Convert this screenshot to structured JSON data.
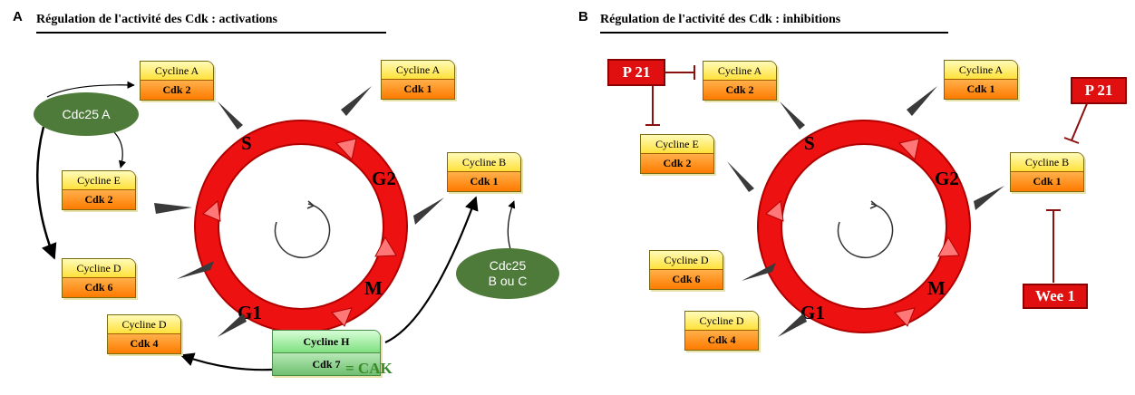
{
  "panel_a": {
    "letter": "A",
    "title": "Régulation de l'activité des Cdk : activations",
    "phases": {
      "s": "S",
      "g2": "G2",
      "m": "M",
      "g1": "G1"
    },
    "boxes": {
      "cyc_a_cdk2": {
        "cyclin": "Cycline A",
        "cdk": "Cdk 2"
      },
      "cyc_a_cdk1": {
        "cyclin": "Cycline A",
        "cdk": "Cdk 1"
      },
      "cyc_e_cdk2": {
        "cyclin": "Cycline E",
        "cdk": "Cdk 2"
      },
      "cyc_b_cdk1": {
        "cyclin": "Cycline B",
        "cdk": "Cdk 1"
      },
      "cyc_d_cdk6": {
        "cyclin": "Cycline D",
        "cdk": "Cdk 6"
      },
      "cyc_d_cdk4": {
        "cyclin": "Cycline D",
        "cdk": "Cdk 4"
      },
      "cyc_h_cdk7": {
        "cyclin": "Cycline H",
        "cdk": "Cdk 7"
      }
    },
    "cak_label": "= CAK",
    "cdc25a": "Cdc25 A",
    "cdc25b_line1": "Cdc25",
    "cdc25b_line2": "B ou C"
  },
  "panel_b": {
    "letter": "B",
    "title": "Régulation de l'activité des Cdk : inhibitions",
    "phases": {
      "s": "S",
      "g2": "G2",
      "m": "M",
      "g1": "G1"
    },
    "boxes": {
      "cyc_a_cdk2": {
        "cyclin": "Cycline A",
        "cdk": "Cdk 2"
      },
      "cyc_a_cdk1": {
        "cyclin": "Cycline A",
        "cdk": "Cdk 1"
      },
      "cyc_e_cdk2": {
        "cyclin": "Cycline E",
        "cdk": "Cdk 2"
      },
      "cyc_b_cdk1": {
        "cyclin": "Cycline B",
        "cdk": "Cdk 1"
      },
      "cyc_d_cdk6": {
        "cyclin": "Cycline D",
        "cdk": "Cdk 6"
      },
      "cyc_d_cdk4": {
        "cyclin": "Cycline D",
        "cdk": "Cdk 4"
      }
    },
    "p21_left": "P 21",
    "p21_right": "P 21",
    "wee1": "Wee 1"
  },
  "colors": {
    "ring": "#ee1111",
    "ring_dark": "#b00000",
    "arrow_wedge": "#3a3a3a",
    "ellipse": "#4e7a3a",
    "inhibitor": "#e01010",
    "inhibition_line": "#8b1010",
    "cak_text": "#3a8a2a"
  }
}
